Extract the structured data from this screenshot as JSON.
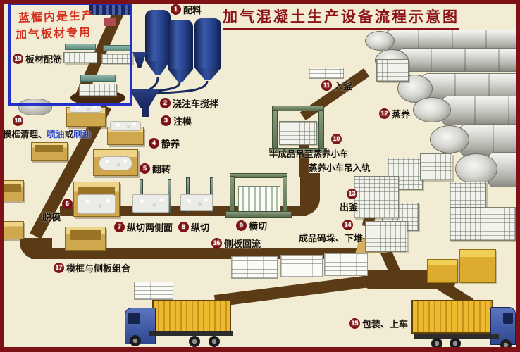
{
  "title": "加气混凝土生产设备流程示意图",
  "blue_box": {
    "note_line1": "蓝框内是生产",
    "note_line2": "加气板材专用"
  },
  "steps": {
    "s1": {
      "num": "1",
      "label": "配料"
    },
    "s2": {
      "num": "2",
      "label": "浇注车搅拌"
    },
    "s3": {
      "num": "3",
      "label": "注模"
    },
    "s4": {
      "num": "4",
      "label": "静养"
    },
    "s5": {
      "num": "5",
      "label": "翻转"
    },
    "s6": {
      "num": "6",
      "label": "脱模"
    },
    "s7": {
      "num": "7",
      "label": "纵切两侧面"
    },
    "s8": {
      "num": "8",
      "label": "纵切"
    },
    "s9": {
      "num": "9",
      "label": "横切"
    },
    "s10": {
      "num": "10",
      "line1": "半成品吊至蒸养小车",
      "line2": "蒸养小车吊入轨"
    },
    "s11": {
      "num": "11",
      "label": "入釜"
    },
    "s12": {
      "num": "12",
      "label": "蒸养"
    },
    "s13": {
      "num": "13",
      "label": "出釜"
    },
    "s14": {
      "num": "14",
      "label": "成品码垛、下堆"
    },
    "s15": {
      "num": "15",
      "label": "包装、上车"
    },
    "s16": {
      "num": "16",
      "label": "侧板回流"
    },
    "s17": {
      "num": "17",
      "label": "模框与侧板组合"
    },
    "s18": {
      "num": "18",
      "label_part1": "模框清理、",
      "label_blue1": "喷油",
      "label_part2": "或",
      "label_blue2": "刷油"
    },
    "s19": {
      "num": "19",
      "label": "板材配筋"
    }
  },
  "colors": {
    "background": "#f2ecd4",
    "frame_red": "#7c1216",
    "title_red": "#8d1216",
    "badge_red": "#7c1115",
    "accent_blue_text": "#2343cf",
    "blue_box_border": "#2230c8",
    "note_red": "#d2321f",
    "conveyor_brown": "#5b3b15",
    "silo_navy": "#24408c",
    "autoclave_gray": "#b4b4ae",
    "mold_tan": "#cfa84e",
    "truck_cargo_yellow": "#edb92f",
    "truck_cab_blue": "#2e4790"
  }
}
